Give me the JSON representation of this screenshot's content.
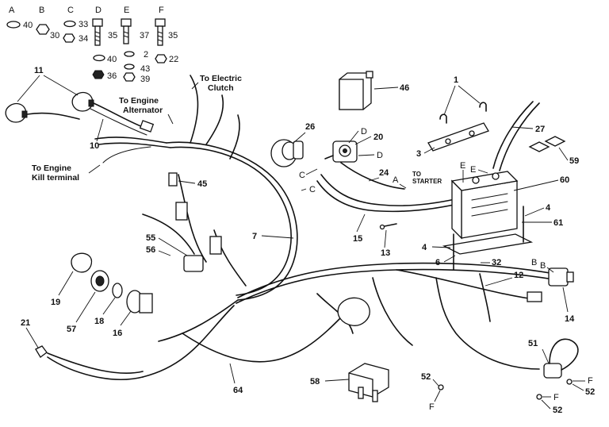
{
  "hardware_legend": {
    "columns": [
      "A",
      "B",
      "C",
      "D",
      "E",
      "F"
    ],
    "items": [
      "40",
      "30",
      "33",
      "34",
      "35",
      "37",
      "35",
      "40",
      "2",
      "22",
      "43",
      "36",
      "39"
    ]
  },
  "annotations": {
    "to_electric_clutch": [
      "To Electric",
      "Clutch"
    ],
    "to_engine_alternator": [
      "To Engine",
      "Alternator"
    ],
    "to_engine_kill": [
      "To Engine",
      "Kill terminal"
    ],
    "to_starter": [
      "TO",
      "STARTER"
    ]
  },
  "callouts": [
    "11",
    "10",
    "26",
    "20",
    "46",
    "1",
    "27",
    "3",
    "59",
    "24",
    "60",
    "45",
    "4",
    "61",
    "7",
    "15",
    "13",
    "55",
    "56",
    "6",
    "32",
    "12",
    "19",
    "57",
    "18",
    "16",
    "21",
    "14",
    "64",
    "58",
    "51",
    "52",
    "52",
    "52"
  ],
  "letter_refs": [
    "D",
    "D",
    "C",
    "C",
    "A",
    "E",
    "E",
    "B",
    "B",
    "F",
    "F",
    "F"
  ]
}
